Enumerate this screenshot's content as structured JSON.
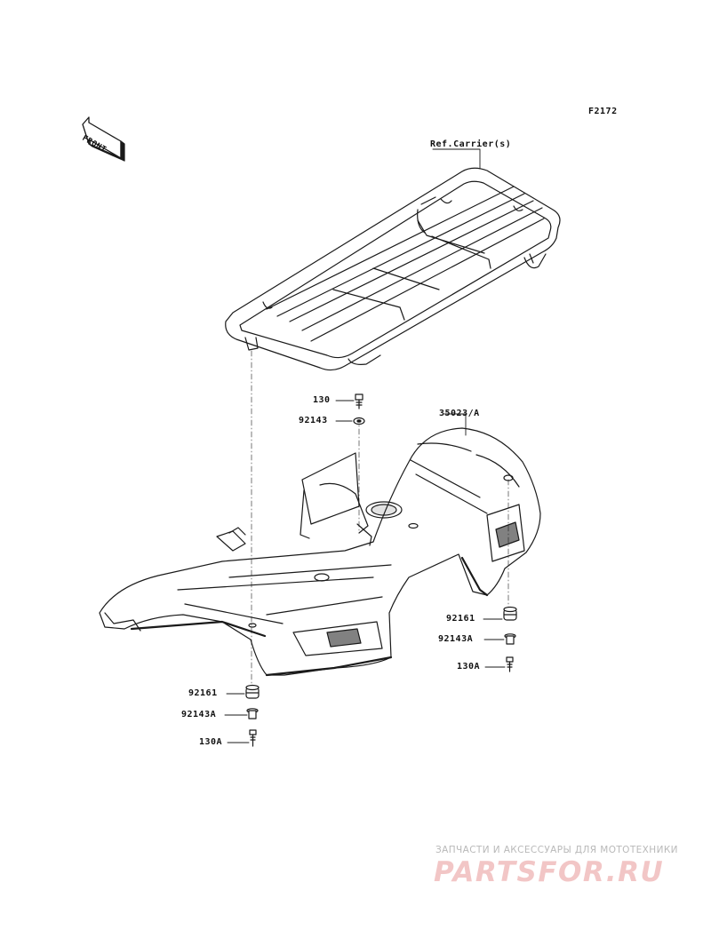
{
  "figure_code": "F2172",
  "front_indicator": "FRONT",
  "reference_label": "Ref.Carrier(s)",
  "part_labels": {
    "bolt_center": "130",
    "washer_center": "92143",
    "fender": "35023/A",
    "grommet_right": "92161",
    "collar_right": "92143A",
    "bolt_right": "130A",
    "grommet_left": "92161",
    "collar_left": "92143A",
    "bolt_left": "130A"
  },
  "watermark": {
    "tagline": "ЗАПЧАСТИ И АКСЕССУАРЫ ДЛЯ МОТОТЕХНИКИ",
    "logo": "PARTSFOR.RU"
  }
}
